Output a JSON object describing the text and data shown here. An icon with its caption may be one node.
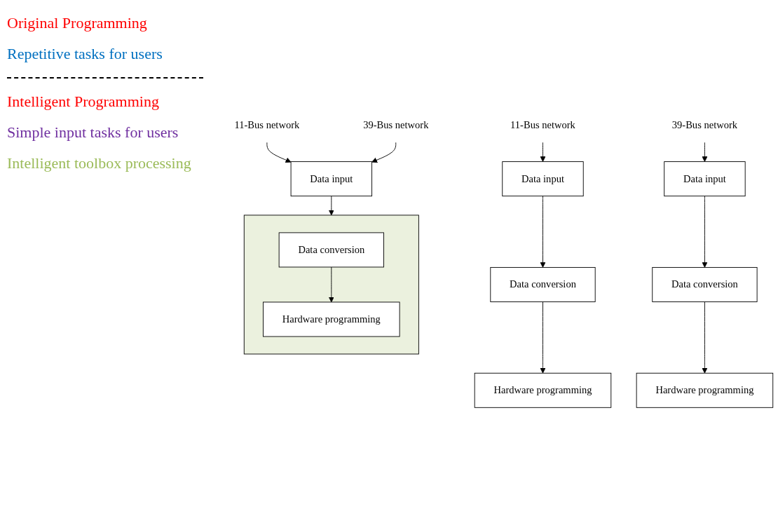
{
  "diagram": {
    "nodes": [
      {
        "text": [
          "11-Bus network"
        ]
      },
      {
        "text": [
          "Data input"
        ]
      },
      {
        "text": [
          "Data conversion"
        ]
      },
      {
        "text": [
          "Hardware programming"
        ]
      },
      {
        "text": [
          "39-Bus network"
        ]
      },
      {
        "text": [
          "Data input"
        ]
      },
      {
        "text": [
          "Data conversion"
        ]
      },
      {
        "text": [
          "Hardware programming"
        ]
      },
      {
        "text": [
          "11-Bus network"
        ]
      },
      {
        "text": [
          "39-Bus network"
        ]
      },
      {
        "text": [
          "Data input"
        ]
      },
      {
        "text": [],
        "shape": "box"
      },
      {
        "text": [
          "Data conversion"
        ],
        "in": 11
      },
      {
        "text": [
          "Hardware programming"
        ],
        "in": 11
      }
    ],
    "edges": [
      {
        "from": 0,
        "to": 1,
        "arrow": "to"
      },
      {
        "from": 1,
        "to": 2,
        "arrow": "to"
      },
      {
        "from": 2,
        "to": 3,
        "arrow": "to"
      },
      {
        "from": 4,
        "to": 5,
        "arrow": "to"
      },
      {
        "from": 5,
        "to": 6,
        "arrow": "to"
      },
      {
        "from": 6,
        "to": 7,
        "arrow": "to"
      },
      {
        "from": 8,
        "to": 10,
        "arrow": "to"
      },
      {
        "from": 9,
        "to": 10,
        "arrow": "to"
      },
      {
        "from": 10,
        "to": 11,
        "arrow": "to"
      },
      {
        "from": 12,
        "to": 13,
        "arrow": "to"
      }
    ],
    "labels": [
      "Original Programming",
      "Repetitive tasks for users",
      "Intelligent Programming",
      "Simple input tasks for users",
      "Intelligent toolbox processing"
    ]
  }
}
